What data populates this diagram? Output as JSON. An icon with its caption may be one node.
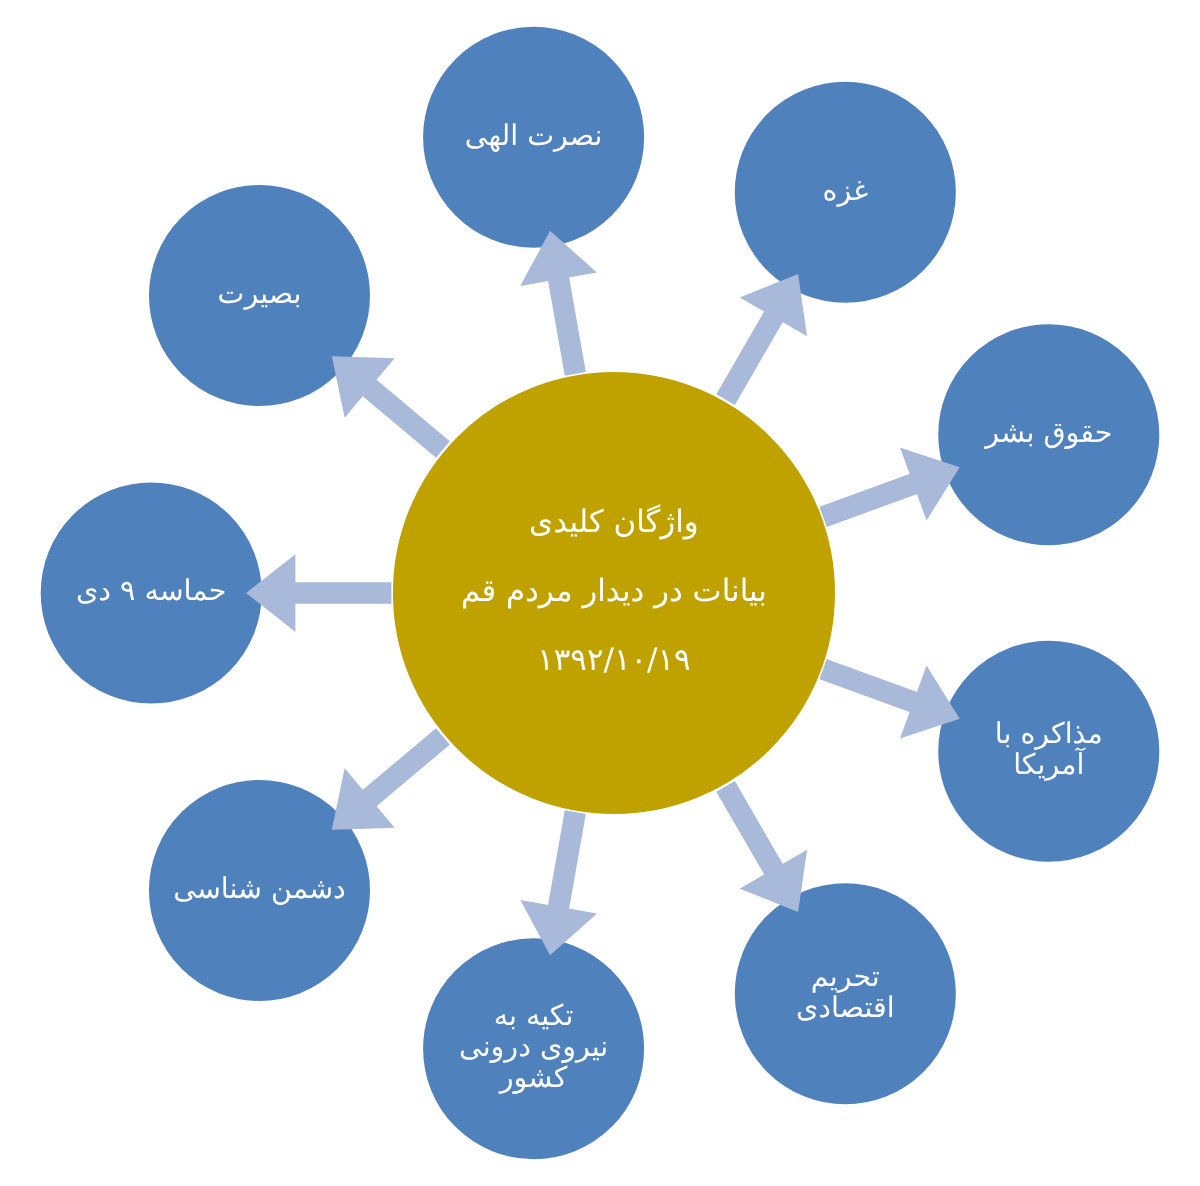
{
  "diagram": {
    "nodes": [
      {
        "text": [
          "واژگان کلیدی",
          "بیانات در دیدار مردم قم",
          "۱۳۹۲/۱۰/۱۹"
        ]
      },
      {
        "text": [
          "حقوق بشر"
        ]
      },
      {
        "text": [
          "غزه"
        ]
      },
      {
        "text": [
          "نصرت الهی"
        ]
      },
      {
        "text": [
          "بصیرت"
        ]
      },
      {
        "text": [
          "حماسه ۹ دی"
        ]
      },
      {
        "text": [
          "دشمن شناسی"
        ]
      },
      {
        "text": [
          "تکیه به نیروی درونی کشور"
        ]
      },
      {
        "text": [
          "تحریم اقتصادی"
        ]
      },
      {
        "text": [
          "مذاکره با آمریکا"
        ]
      }
    ],
    "edges": [
      {
        "from": 0,
        "to": 1,
        "arrow": "to"
      },
      {
        "from": 0,
        "to": 2,
        "arrow": "to"
      },
      {
        "from": 0,
        "to": 3,
        "arrow": "to"
      },
      {
        "from": 0,
        "to": 4,
        "arrow": "to"
      },
      {
        "from": 0,
        "to": 5,
        "arrow": "to"
      },
      {
        "from": 0,
        "to": 6,
        "arrow": "to"
      },
      {
        "from": 0,
        "to": 7,
        "arrow": "to"
      },
      {
        "from": 0,
        "to": 8,
        "arrow": "to"
      },
      {
        "from": 0,
        "to": 9,
        "arrow": "to"
      }
    ]
  }
}
